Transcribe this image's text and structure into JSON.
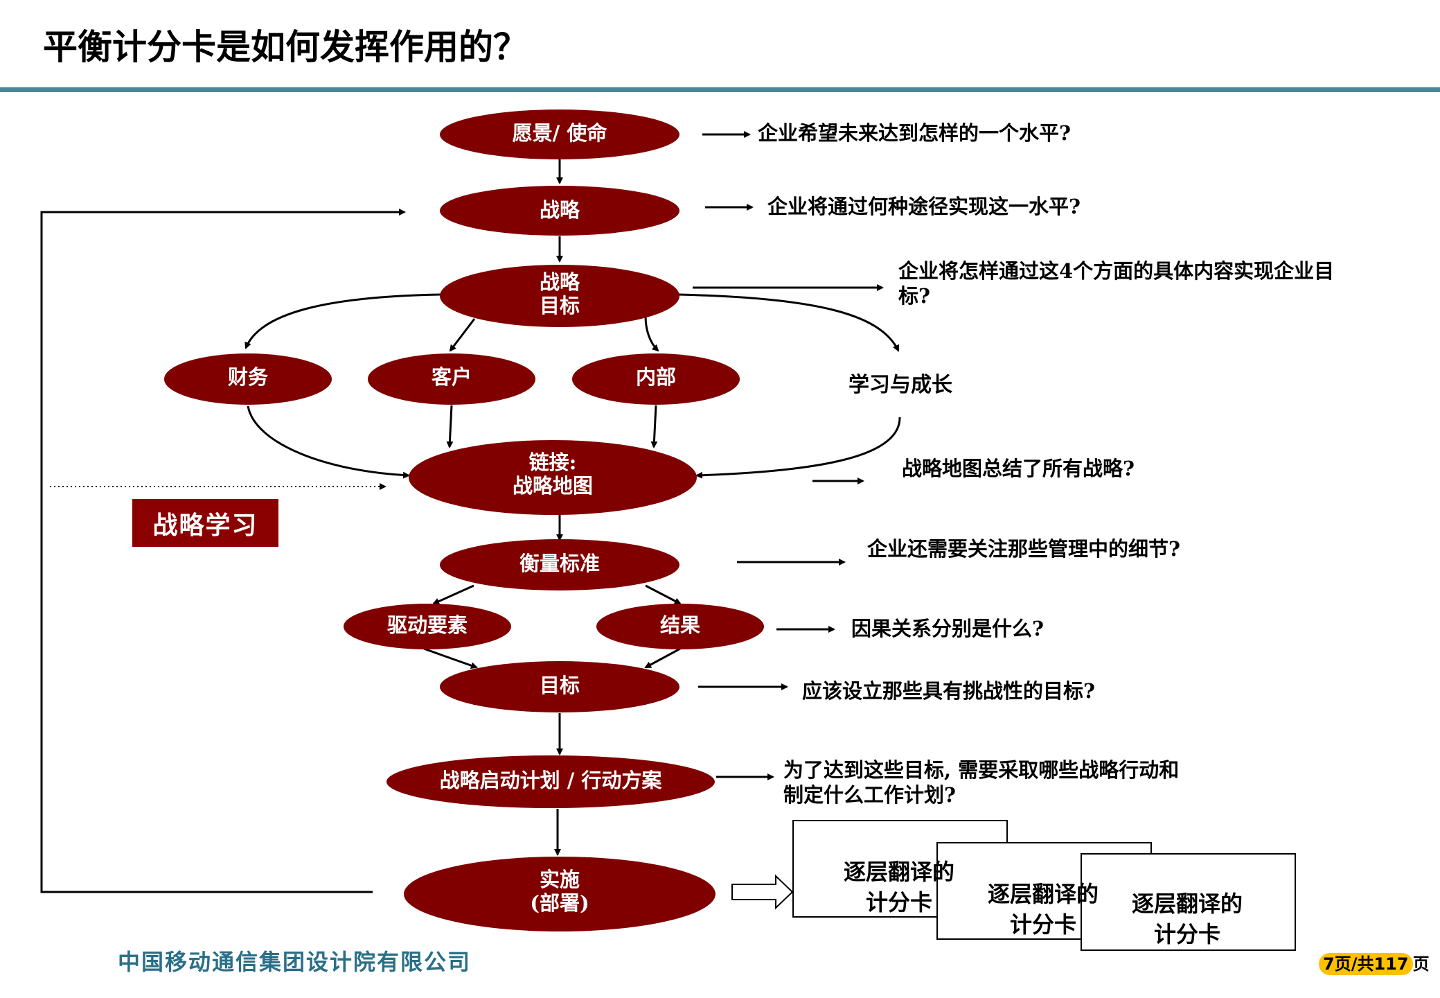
{
  "title": "平衡计分卡是如何发挥作用的？",
  "nodes": {
    "vision": "愿景/ 使命",
    "strategy": "战略",
    "objectives_line1": "战略",
    "objectives_line2": "目标",
    "finance": "财务",
    "customer": "客户",
    "internal": "内部",
    "learning": "学习与成长",
    "link_line1": "链接:",
    "link_line2": "战略地图",
    "measures": "衡量标准",
    "drivers": "驱动要素",
    "results": "结果",
    "targets": "目标",
    "initiatives": "战略启动计划 / 行动方案",
    "implement_line1": "实施",
    "implement_line2": "(部署)"
  },
  "questions": {
    "vision": "企业希望未来达到怎样的一个水平?",
    "strategy": "企业将通过何种途径实现这一水平?",
    "objectives_line1": "企业将怎样通过这4个方面的具体内容实现企业目",
    "objectives_line2": "标?",
    "map": "战略地图总结了所有战略?",
    "measures": "企业还需要关注那些管理中的细节?",
    "causality": "因果关系分别是什么?",
    "targets": "应该设立那些具有挑战性的目标?",
    "initiatives_line1": "为了达到这些目标, 需要采取哪些战略行动和",
    "initiatives_line2": "制定什么工作计划?"
  },
  "badge": "战略学习",
  "cards": [
    {
      "line1": "逐层翻译的",
      "line2": "计分卡"
    },
    {
      "line1": "逐层翻译的",
      "line2": "计分卡"
    },
    {
      "line1": "逐层翻译的",
      "line2": "计分卡"
    }
  ],
  "footer": "中国移动通信集团设计院有限公司",
  "pager": {
    "current": "7",
    "sep": "页/共",
    "total": "117",
    "unit": "页"
  },
  "colors": {
    "node_fill": "#800000",
    "rule": "#4d8594",
    "footer": "#2a6f88",
    "pager_highlight": "#ffc000"
  }
}
